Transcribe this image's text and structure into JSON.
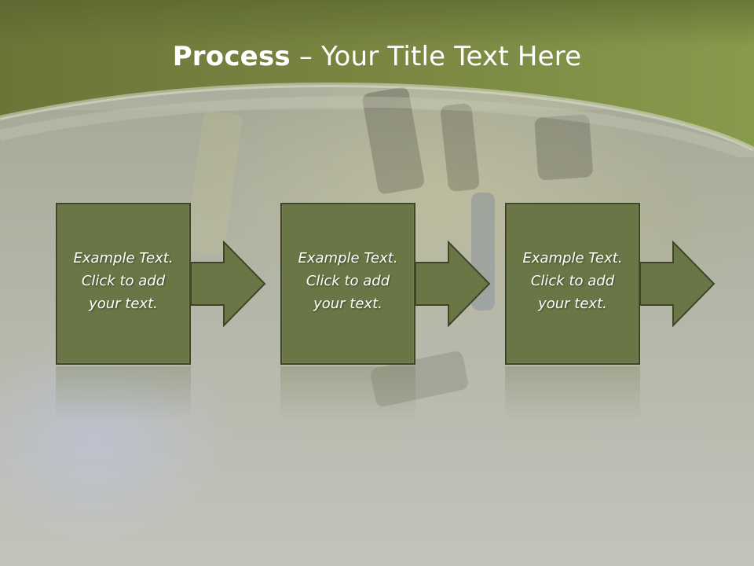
{
  "slide": {
    "title_bold": "Process",
    "title_rest": " – Your Title Text Here"
  },
  "steps": [
    {
      "text": "Example Text.\nClick  to add\nyour text."
    },
    {
      "text": "Example Text.\nClick  to add\nyour text."
    },
    {
      "text": "Example Text.\nClick  to add\nyour text."
    }
  ],
  "colors": {
    "header_green": "#6f7a3f",
    "box_fill": "#6b7646",
    "box_border": "#3f4628"
  }
}
